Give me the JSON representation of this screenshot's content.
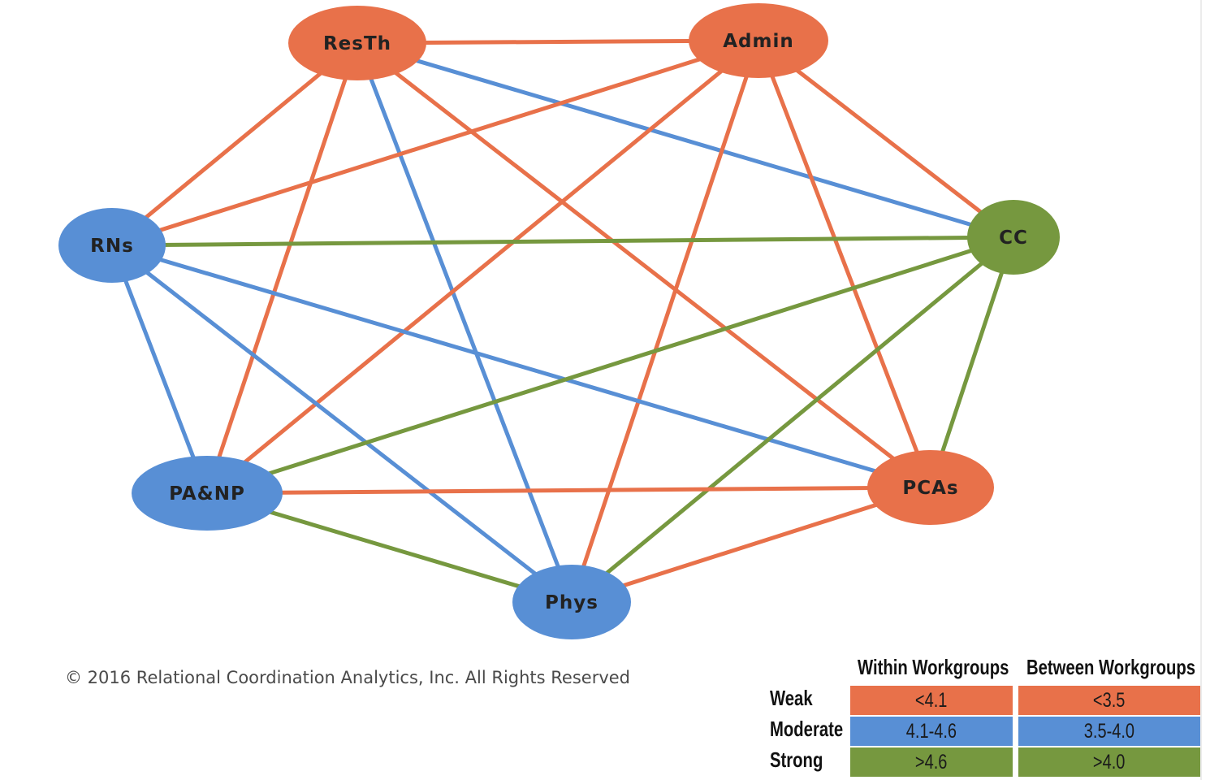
{
  "colors": {
    "weak": "#e8714a",
    "moderate": "#588fd5",
    "strong": "#76983f",
    "text": "#222222"
  },
  "nodes": [
    {
      "id": "ResTh",
      "label": "ResTh",
      "level": "weak"
    },
    {
      "id": "Admin",
      "label": "Admin",
      "level": "weak"
    },
    {
      "id": "CC",
      "label": "CC",
      "level": "strong"
    },
    {
      "id": "RNs",
      "label": "RNs",
      "level": "moderate"
    },
    {
      "id": "PA&NP",
      "label": "PA&NP",
      "level": "moderate"
    },
    {
      "id": "PCAs",
      "label": "PCAs",
      "level": "weak"
    },
    {
      "id": "Phys",
      "label": "Phys",
      "level": "moderate"
    }
  ],
  "edges": [
    {
      "from": "ResTh",
      "to": "Admin",
      "level": "weak"
    },
    {
      "from": "ResTh",
      "to": "RNs",
      "level": "weak"
    },
    {
      "from": "ResTh",
      "to": "PA&NP",
      "level": "weak"
    },
    {
      "from": "ResTh",
      "to": "Phys",
      "level": "moderate"
    },
    {
      "from": "ResTh",
      "to": "PCAs",
      "level": "weak"
    },
    {
      "from": "ResTh",
      "to": "CC",
      "level": "moderate"
    },
    {
      "from": "Admin",
      "to": "RNs",
      "level": "weak"
    },
    {
      "from": "Admin",
      "to": "PA&NP",
      "level": "weak"
    },
    {
      "from": "Admin",
      "to": "Phys",
      "level": "weak"
    },
    {
      "from": "Admin",
      "to": "PCAs",
      "level": "weak"
    },
    {
      "from": "Admin",
      "to": "CC",
      "level": "weak"
    },
    {
      "from": "RNs",
      "to": "CC",
      "level": "strong"
    },
    {
      "from": "RNs",
      "to": "PA&NP",
      "level": "moderate"
    },
    {
      "from": "RNs",
      "to": "Phys",
      "level": "moderate"
    },
    {
      "from": "RNs",
      "to": "PCAs",
      "level": "moderate"
    },
    {
      "from": "CC",
      "to": "PA&NP",
      "level": "strong"
    },
    {
      "from": "CC",
      "to": "Phys",
      "level": "strong"
    },
    {
      "from": "CC",
      "to": "PCAs",
      "level": "strong"
    },
    {
      "from": "PA&NP",
      "to": "PCAs",
      "level": "weak"
    },
    {
      "from": "PA&NP",
      "to": "Phys",
      "level": "strong"
    },
    {
      "from": "Phys",
      "to": "PCAs",
      "level": "weak"
    }
  ],
  "copyright": "© 2016 Relational Coordination Analytics, Inc. All Rights Reserved",
  "legend": {
    "headers": {
      "within": "Within Workgroups",
      "between": "Between Workgroups"
    },
    "rows": [
      {
        "label": "Weak",
        "within": "<4.1",
        "between": "<3.5",
        "level": "weak"
      },
      {
        "label": "Moderate",
        "within": "4.1-4.6",
        "between": "3.5-4.0",
        "level": "moderate"
      },
      {
        "label": "Strong",
        "within": ">4.6",
        "between": ">4.0",
        "level": "strong"
      }
    ]
  }
}
